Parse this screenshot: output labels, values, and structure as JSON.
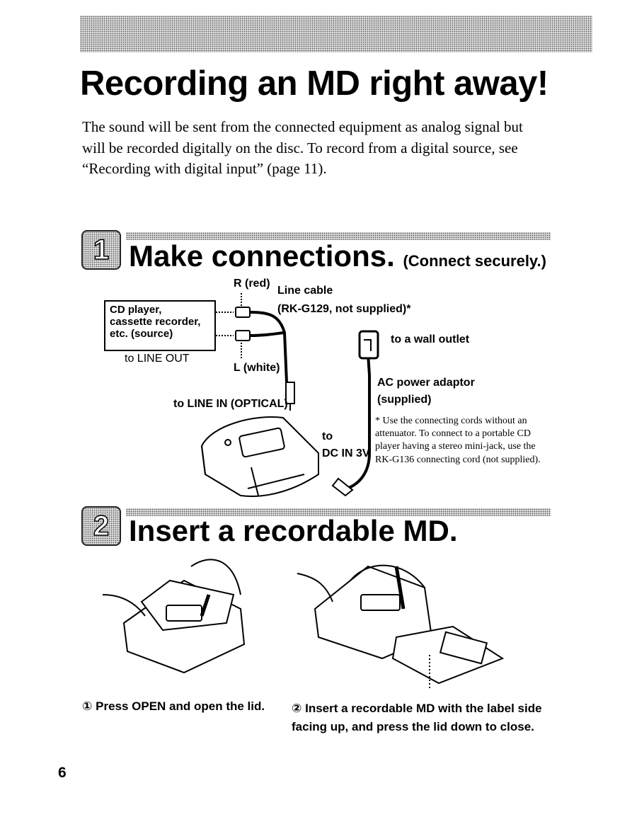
{
  "header": {
    "title": "Recording an MD right away!",
    "intro": "The sound will be sent from the connected equipment as analog signal but will be recorded digitally on the disc. To record from a digital source, see “Recording with digital input” (page 11)."
  },
  "step1": {
    "number": "1",
    "title": "Make connections.",
    "subtitle": "(Connect securely.)",
    "labels": {
      "r_red": "R (red)",
      "line_cable": "Line cable",
      "line_cable_model": "(RK-G129, not supplied)*",
      "source_line1": "CD player,",
      "source_line2": "cassette recorder,",
      "source_line3": "etc. (source)",
      "to_line_out": "to LINE OUT",
      "l_white": "L (white)",
      "to_line_in": "to LINE IN (OPTICAL)",
      "to_wall": "to a wall outlet",
      "ac_adaptor_1": "AC power adaptor",
      "ac_adaptor_2": "(supplied)",
      "to": "to",
      "dc_in": "DC IN 3V"
    },
    "note": "* Use the connecting cords without an attenuator. To connect to a portable CD player having a stereo mini-jack, use the RK-G136 connecting cord (not supplied)."
  },
  "step2": {
    "number": "2",
    "title": "Insert a recordable MD.",
    "caption1": "① Press OPEN and open the lid.",
    "caption2": "② Insert a recordable MD with the label side facing up, and press the lid down to close."
  },
  "footer": {
    "page_number": "6"
  }
}
